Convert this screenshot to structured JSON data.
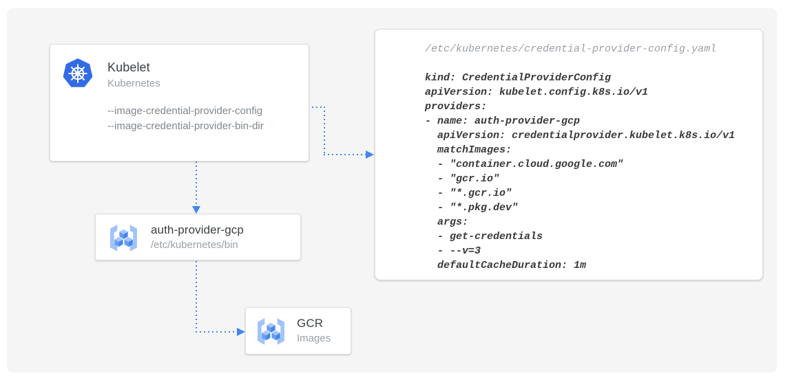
{
  "colors": {
    "connector_blue": "#4285f4",
    "kubernetes_blue": "#326ce5",
    "gcr_cube_top": "#a8c7fa",
    "gcr_cube_left": "#669df6",
    "gcr_cube_right": "#4285f4",
    "gcr_bracket": "#a0c3fa",
    "canvas_gray": "#f5f5f5"
  },
  "kubelet_card": {
    "icon": "kubernetes-helm-wheel",
    "title": "Kubelet",
    "subtitle": "Kubernetes",
    "flags": [
      "--image-credential-provider-config",
      "--image-credential-provider-bin-dir"
    ]
  },
  "auth_provider_card": {
    "icon": "container-registry-cubes",
    "title": "auth-provider-gcp",
    "subtitle": "/etc/kubernetes/bin"
  },
  "gcr_card": {
    "icon": "container-registry-cubes",
    "title": "GCR",
    "subtitle": "Images"
  },
  "config_panel": {
    "filename": "/etc/kubernetes/credential-provider-config.yaml",
    "code_lines": [
      "kind: CredentialProviderConfig",
      "apiVersion: kubelet.config.k8s.io/v1",
      "providers:",
      "- name: auth-provider-gcp",
      "  apiVersion: credentialprovider.kubelet.k8s.io/v1",
      "  matchImages:",
      "  - \"container.cloud.google.com\"",
      "  - \"gcr.io\"",
      "  - \"*.gcr.io\"",
      "  - \"*.pkg.dev\"",
      "  args:",
      "  - get-credentials",
      "  - --v=3",
      "  defaultCacheDuration: 1m"
    ]
  }
}
